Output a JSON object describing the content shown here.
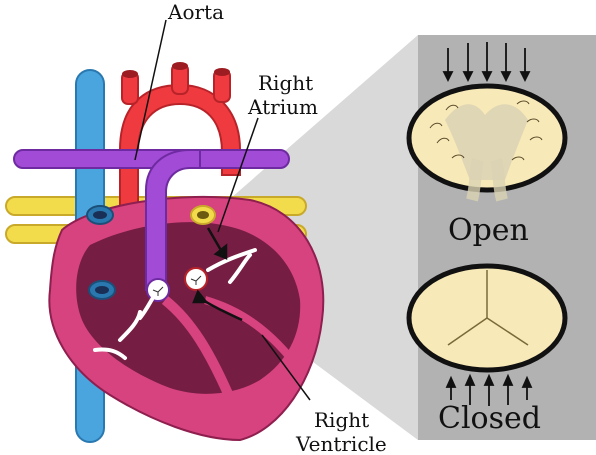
{
  "labels": {
    "aorta": "Aorta",
    "right_atrium_line1": "Right",
    "right_atrium_line2": "Atrium",
    "right_ventricle_line1": "Right",
    "right_ventricle_line2": "Ventricle"
  },
  "valve_states": {
    "open": "Open",
    "closed": "Closed"
  },
  "colors": {
    "heart_outer": "#d6437f",
    "heart_inner": "#6b1a3d",
    "aorta": "#ef3b3f",
    "vena_cava": "#4aa5de",
    "pulmonary": "#a24bd6",
    "pulmonary_vein_yellow": "#f3dc4c",
    "panel_gray": "#b5b5b5",
    "valve_fill": "#f8e9b8"
  }
}
